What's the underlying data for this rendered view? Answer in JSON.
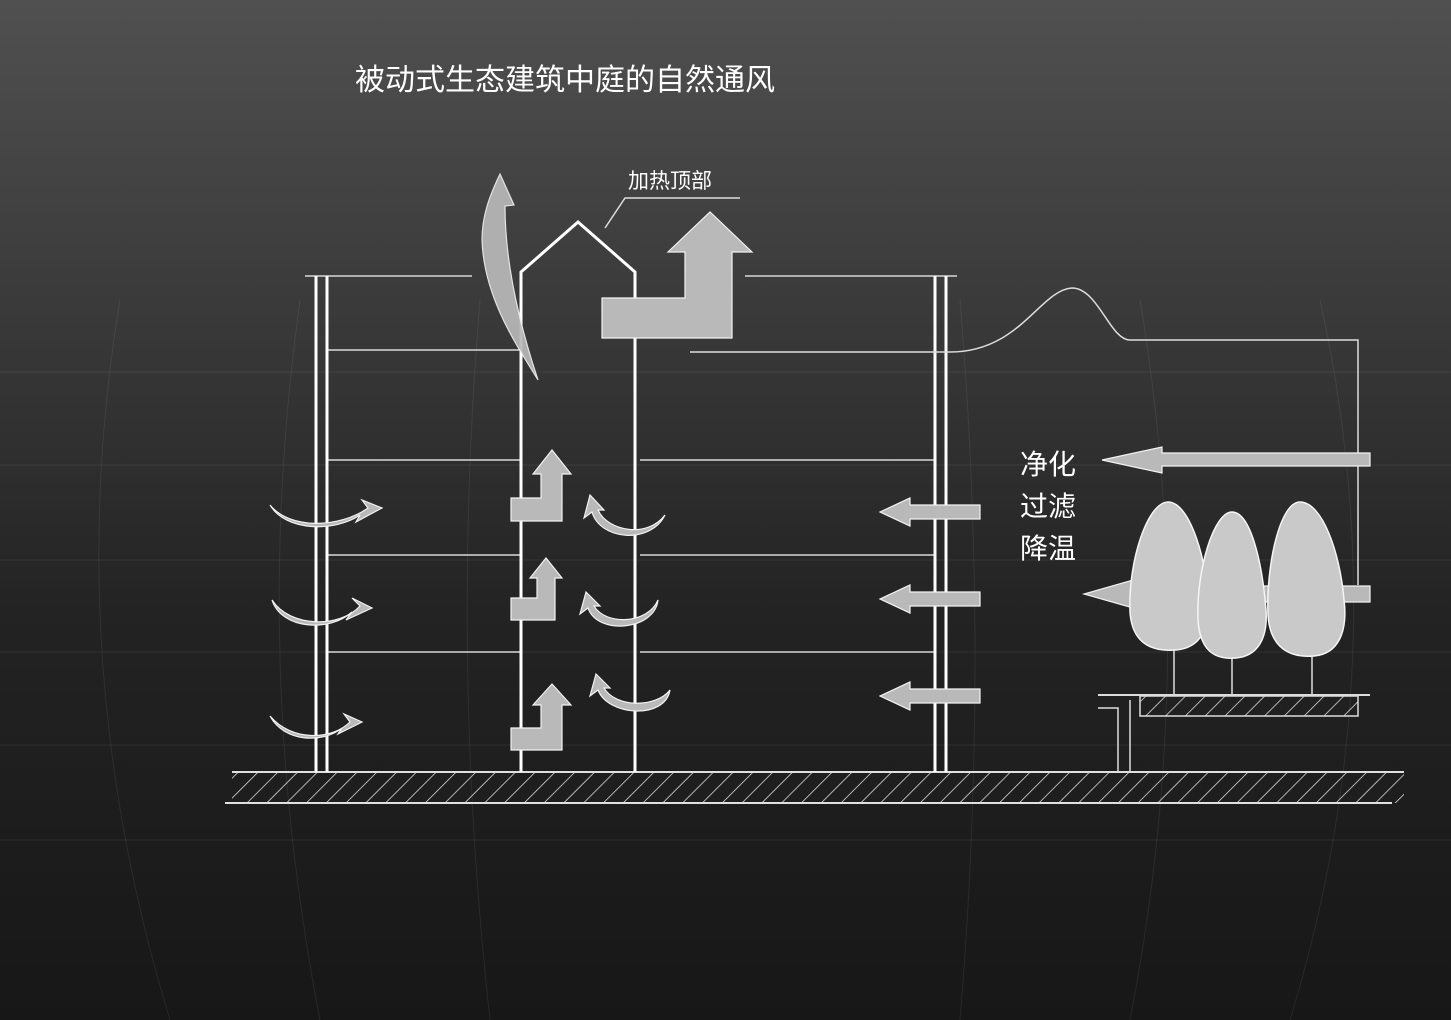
{
  "diagram": {
    "title": "被动式生态建筑中庭的自然通风",
    "callout_label": "加热顶部",
    "side_labels": [
      "净化",
      "过滤",
      "降温"
    ]
  }
}
